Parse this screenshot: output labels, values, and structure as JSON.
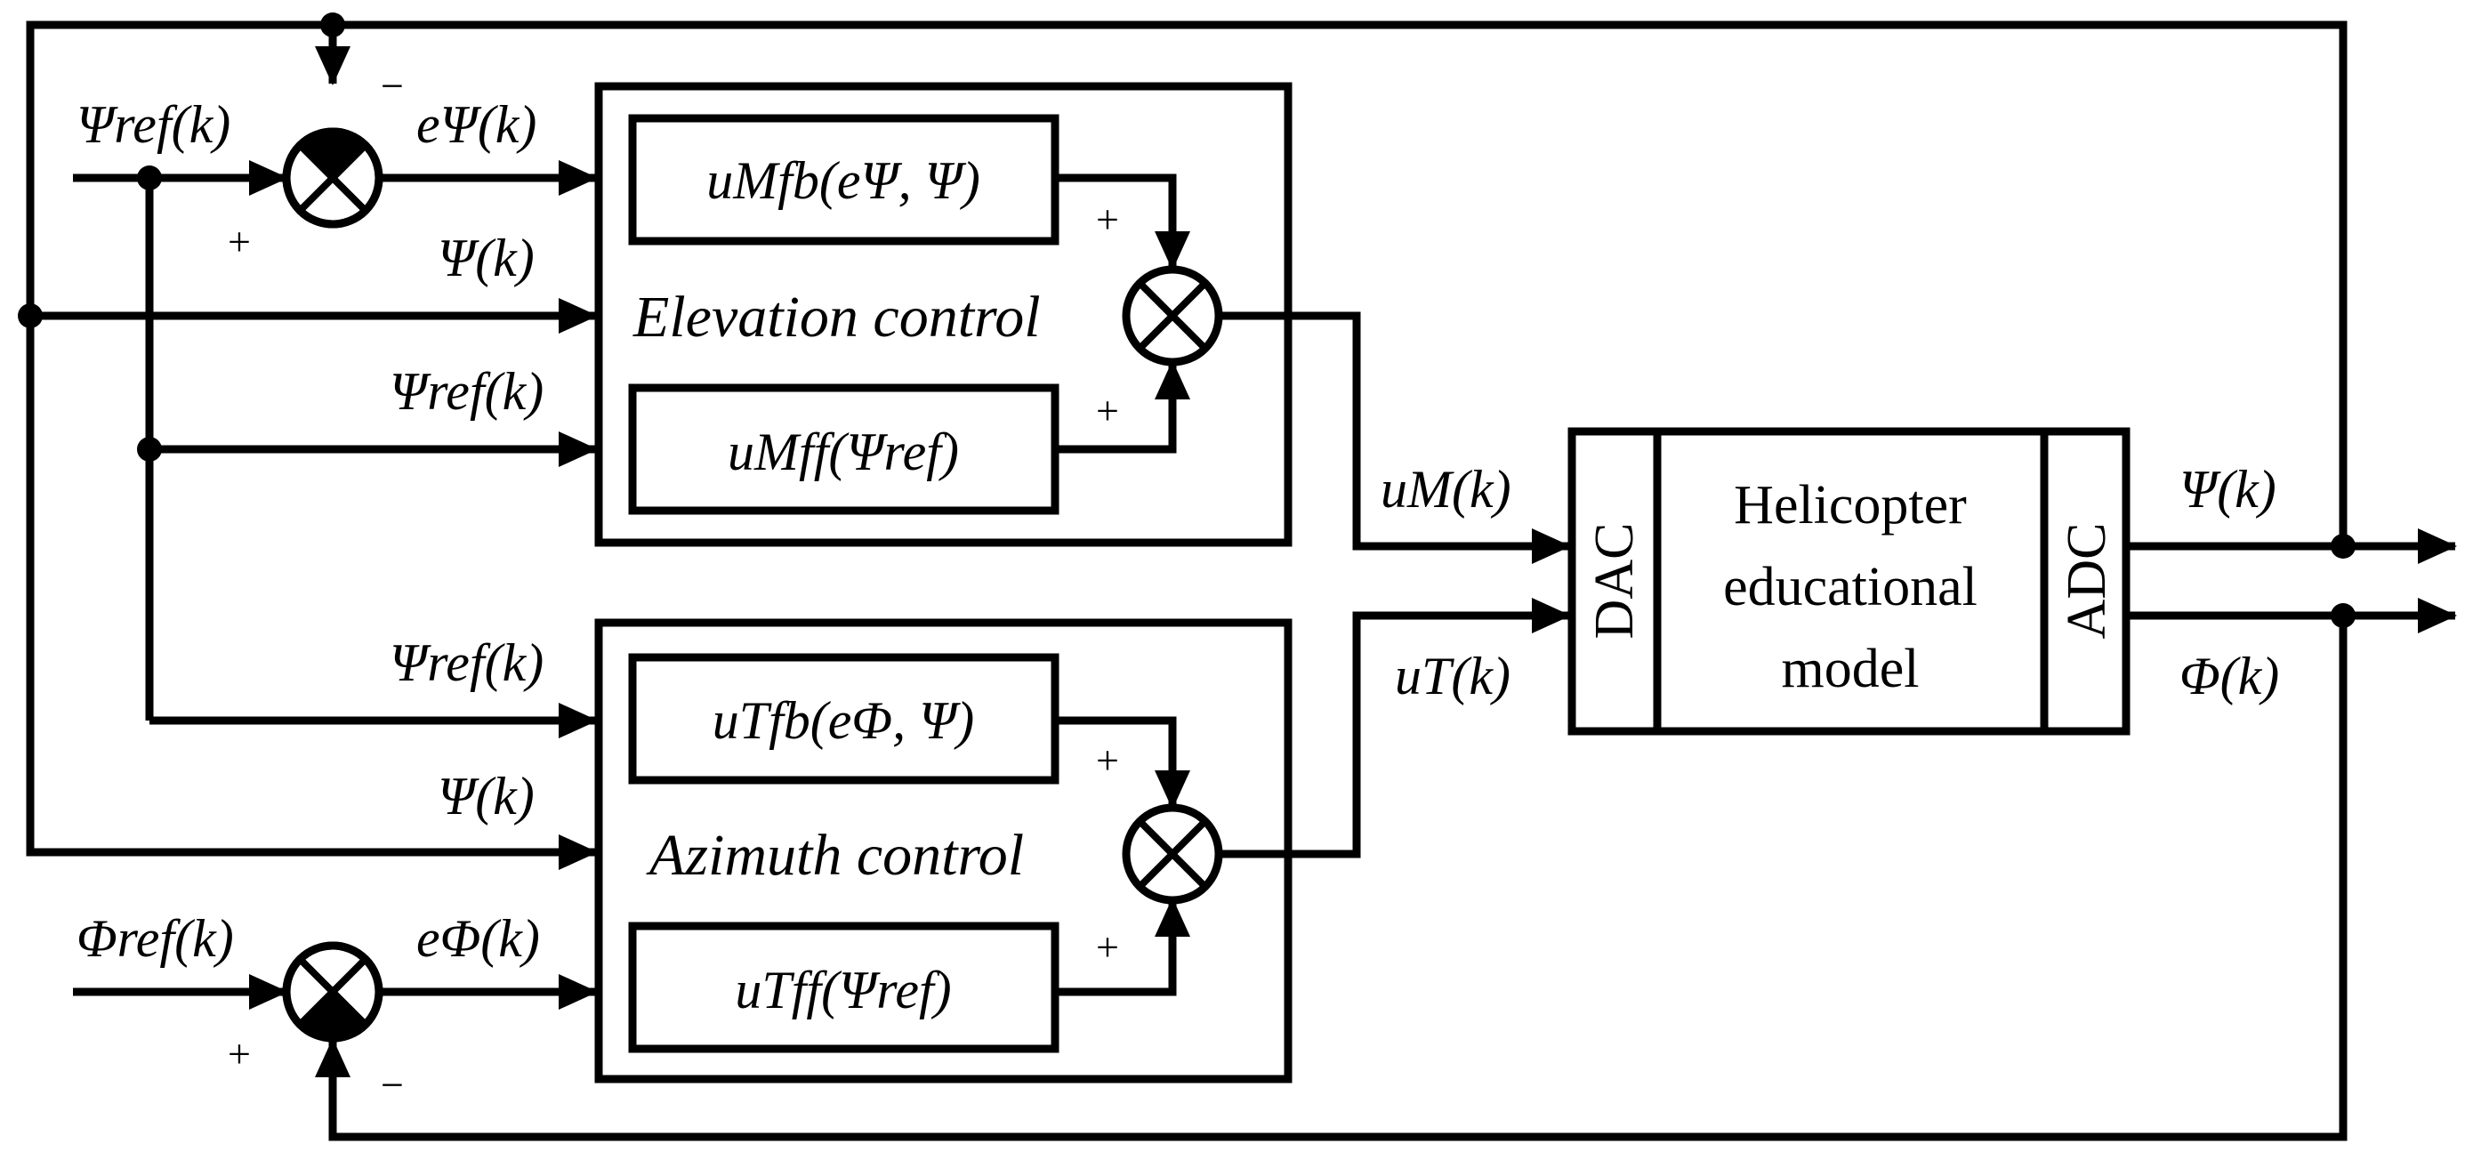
{
  "labels": {
    "in_psi_ref": "Ψref(k)",
    "e_psi": "eΨ(k)",
    "in_psi_1": "Ψ(k)",
    "in_psi_ref_2": "Ψref(k)",
    "in_psi_ref_3": "Ψref(k)",
    "in_psi_2": "Ψ(k)",
    "in_phi_ref": "Φref(k)",
    "e_phi": "eΦ(k)",
    "u_m": "uM(k)",
    "u_t": "uT(k)",
    "out_psi": "Ψ(k)",
    "out_phi": "Φ(k)"
  },
  "blocks": {
    "elevation_title": "Elevation control",
    "azimuth_title": "Azimuth control",
    "u_mfb": "uMfb(eΨ, Ψ)",
    "u_mff": "uMff(Ψref)",
    "u_tfb": "uTfb(eΦ, Ψ)",
    "u_tff": "uTff(Ψref)"
  },
  "plant": {
    "dac": "DAC",
    "adc": "ADC",
    "line1": "Helicopter",
    "line2": "educational",
    "line3": "model"
  },
  "signs": {
    "minus": "−",
    "plus": "+"
  }
}
